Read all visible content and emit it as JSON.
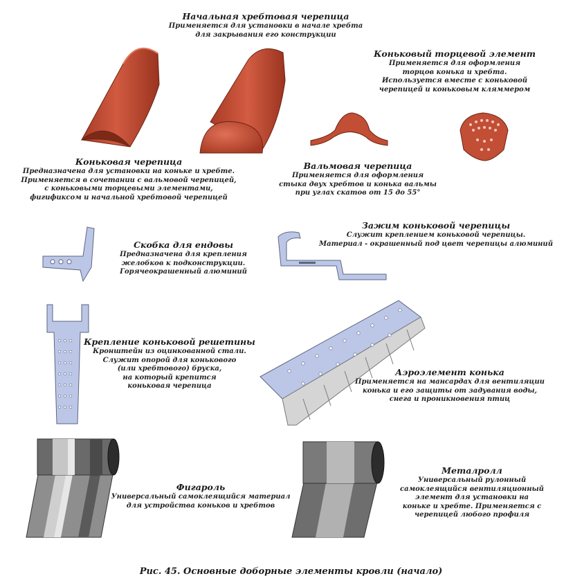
{
  "items": {
    "start_ridge": {
      "title": "Начальная хребтовая черепица",
      "desc": "Применяется для установки в начале хребта\nдля закрывания его конструкции"
    },
    "end_element": {
      "title": "Коньковый торцевой элемент",
      "desc": "Применяется для оформления\nторцов конька и хребта.\nИспользуется вместе с коньковой\nчерепицей и коньковым кляммером"
    },
    "ridge_tile": {
      "title": "Коньковая черепица",
      "desc": "Предназначена для установки на коньке и хребте.\nПрименяется в сочетании с вальмовой черепицей,\nс коньковыми торцевыми элементами,\nфигификсом и начальной хребтовой черепицей"
    },
    "hip_tile": {
      "title": "Вальмовая черепица",
      "desc": "Применяется для оформления\nстыка двух хребтов и конька вальмы\nпри углах скатов от 15 до 55°"
    },
    "ridge_clamp": {
      "title": "Зажим коньковой черепицы",
      "desc": "Служит креплением коньковой черепицы.\nМатериал - окрашенный под цвет черепицы алюминий"
    },
    "valley_bracket": {
      "title": "Скобка для ендовы",
      "desc": "Предназначена для крепления\nжелобков к подконструкции.\nГорячеокрашенный алюминий"
    },
    "batten_holder": {
      "title": "Крепление коньковой решетины",
      "desc": "Кронштейн из оцинкованной стали.\nСлужит опорой для конькового\n(или хребтового) бруска,\nна который крепится\nконьковая черепица"
    },
    "aero_element": {
      "title": "Аэроэлемент конька",
      "desc": "Применяется на мансардах для вентиляции\nконька и его защиты от задувания воды,\nснега и проникновения птиц"
    },
    "figaroll": {
      "title": "Фигароль",
      "desc": "Универсальный самоклеящийся материал\nдля устройства коньков и хребтов"
    },
    "metalroll": {
      "title": "Металролл",
      "desc": "Универсальный рулонный\nсамоклеящийся вентиляционный\nэлемент для установки на\nконьке и хребте. Применяется с\nчерепицей любого профиля"
    }
  },
  "caption": "Рис. 45. Основные доборные элементы кровли (начало)",
  "colors": {
    "tile": "#c65038",
    "tile_dark": "#8e3320",
    "metal": "#b8c4e6",
    "metal_edge": "#5d6680",
    "roll_dark": "#595959",
    "roll_mid": "#8a8a8a",
    "roll_light": "#c8c8c8"
  }
}
